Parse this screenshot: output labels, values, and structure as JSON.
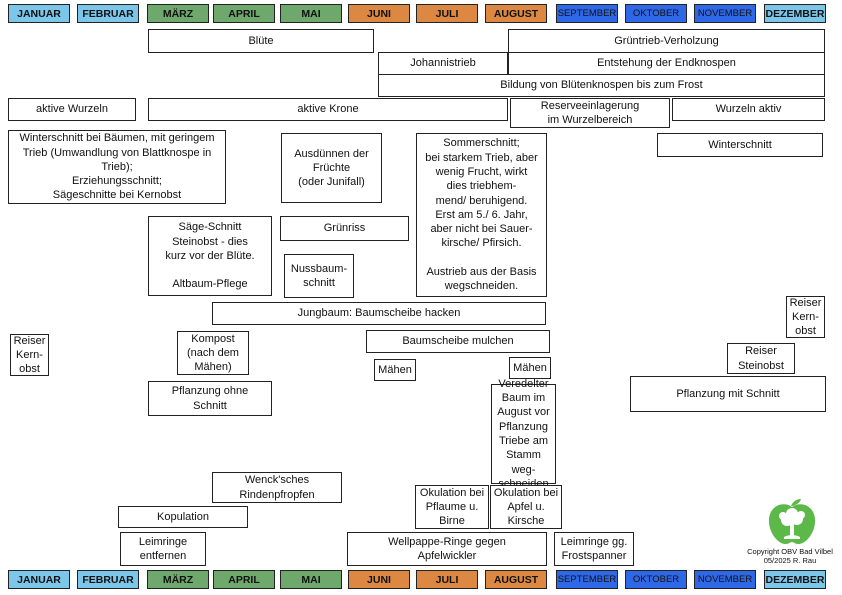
{
  "months_top": [
    {
      "label": "JANUAR",
      "season": "winter"
    },
    {
      "label": "FEBRUAR",
      "season": "winter"
    },
    {
      "label": "MÄRZ",
      "season": "spring"
    },
    {
      "label": "APRIL",
      "season": "spring"
    },
    {
      "label": "MAI",
      "season": "spring"
    },
    {
      "label": "JUNI",
      "season": "summer"
    },
    {
      "label": "JULI",
      "season": "summer"
    },
    {
      "label": "AUGUST",
      "season": "summer"
    },
    {
      "label": "SEPTEMBER",
      "season": "autumn"
    },
    {
      "label": "OKTOBER",
      "season": "autumn"
    },
    {
      "label": "NOVEMBER",
      "season": "autumn"
    },
    {
      "label": "DEZEMBER",
      "season": "winter"
    }
  ],
  "months_bottom": [
    {
      "label": "JANUAR",
      "season": "winter"
    },
    {
      "label": "FEBRUAR",
      "season": "winter"
    },
    {
      "label": "MÄRZ",
      "season": "spring"
    },
    {
      "label": "APRIL",
      "season": "spring"
    },
    {
      "label": "MAI",
      "season": "spring"
    },
    {
      "label": "JUNI",
      "season": "summer"
    },
    {
      "label": "JULI",
      "season": "summer"
    },
    {
      "label": "AUGUST",
      "season": "summer"
    },
    {
      "label": "SEPTEMBER",
      "season": "autumn"
    },
    {
      "label": "OKTOBER",
      "season": "autumn"
    },
    {
      "label": "NOVEMBER",
      "season": "autumn"
    },
    {
      "label": "DEZEMBER",
      "season": "winter"
    }
  ],
  "colors": {
    "winter": "#7cc6ea",
    "spring": "#6fa86d",
    "summer": "#dc8842",
    "autumn": "#2e68e6",
    "logo": "#5db84a"
  },
  "boxes": {
    "bluete": "Blüte",
    "gruentrieb": "Grüntrieb-Verholzung",
    "johannistrieb": "Johannistrieb",
    "endknospen": "Entstehung der Endknospen",
    "bluetenknospen": "Bildung von Blütenknospen bis zum Frost",
    "aktive_wurzeln": "aktive Wurzeln",
    "aktive_krone": "aktive Krone",
    "reserve": "Reserveeinlagerung\nim Wurzelbereich",
    "wurzeln_aktiv": "Wurzeln aktiv",
    "winterschnitt_main": "Winterschnitt bei Bäumen, mit geringem\nTrieb (Umwandlung von Blattknospe in\nTrieb);\nErziehungsschnitt;\nSägeschnitte bei Kernobst",
    "ausduennen": "Ausdünnen der\nFrüchte\n(oder Junifall)",
    "sommerschnitt": "Sommerschnitt;\nbei starkem Trieb, aber\nwenig Frucht, wirkt\ndies triebhem-\nmend/ beruhigend.\nErst am 5./ 6. Jahr,\naber nicht bei Sauer-\nkirsche/ Pfirsich.\n\nAustrieb aus der Basis\nwegschneiden.",
    "winterschnitt_right": "Winterschnitt",
    "saege": "Säge-Schnitt\nSteinobst - dies\nkurz vor der Blüte.\n\nAltbaum-Pflege",
    "gruenriss": "Grünriss",
    "nussbaum": "Nussbaum-\nschnitt",
    "reiser_kern_right": "Reiser\nKern-\nobst",
    "jungbaum": "Jungbaum: Baumscheibe hacken",
    "reiser_kern_left": "Reiser\nKern-\nobst",
    "kompost": "Kompost\n(nach dem\nMähen)",
    "mulchen": "Baumscheibe mulchen",
    "reiser_stein": "Reiser\nSteinobst",
    "maehen1": "Mähen",
    "maehen2": "Mähen",
    "pflanzung_ohne": "Pflanzung ohne\nSchnitt",
    "veredelter": "Veredelter\nBaum im\nAugust vor\nPflanzung\nTriebe am\nStamm weg-\nschneiden",
    "pflanzung_mit": "Pflanzung mit Schnitt",
    "wenck": "Wenck'sches\nRindenpfropfen",
    "okulation_pflaume": "Okulation bei\nPflaume u.\nBirne",
    "okulation_apfel": "Okulation bei\nApfel u.\nKirsche",
    "kopulation": "Kopulation",
    "leimringe": "Leimringe\nentfernen",
    "wellpappe": "Wellpappe-Ringe gegen\nApfelwickler",
    "leimringe_frost": "Leimringe gg.\nFrostspanner"
  },
  "copyright": "Copyright OBV Bad Vilbel\n05/2025 R. Rau",
  "logo_icon": "apple-tree-logo-icon"
}
